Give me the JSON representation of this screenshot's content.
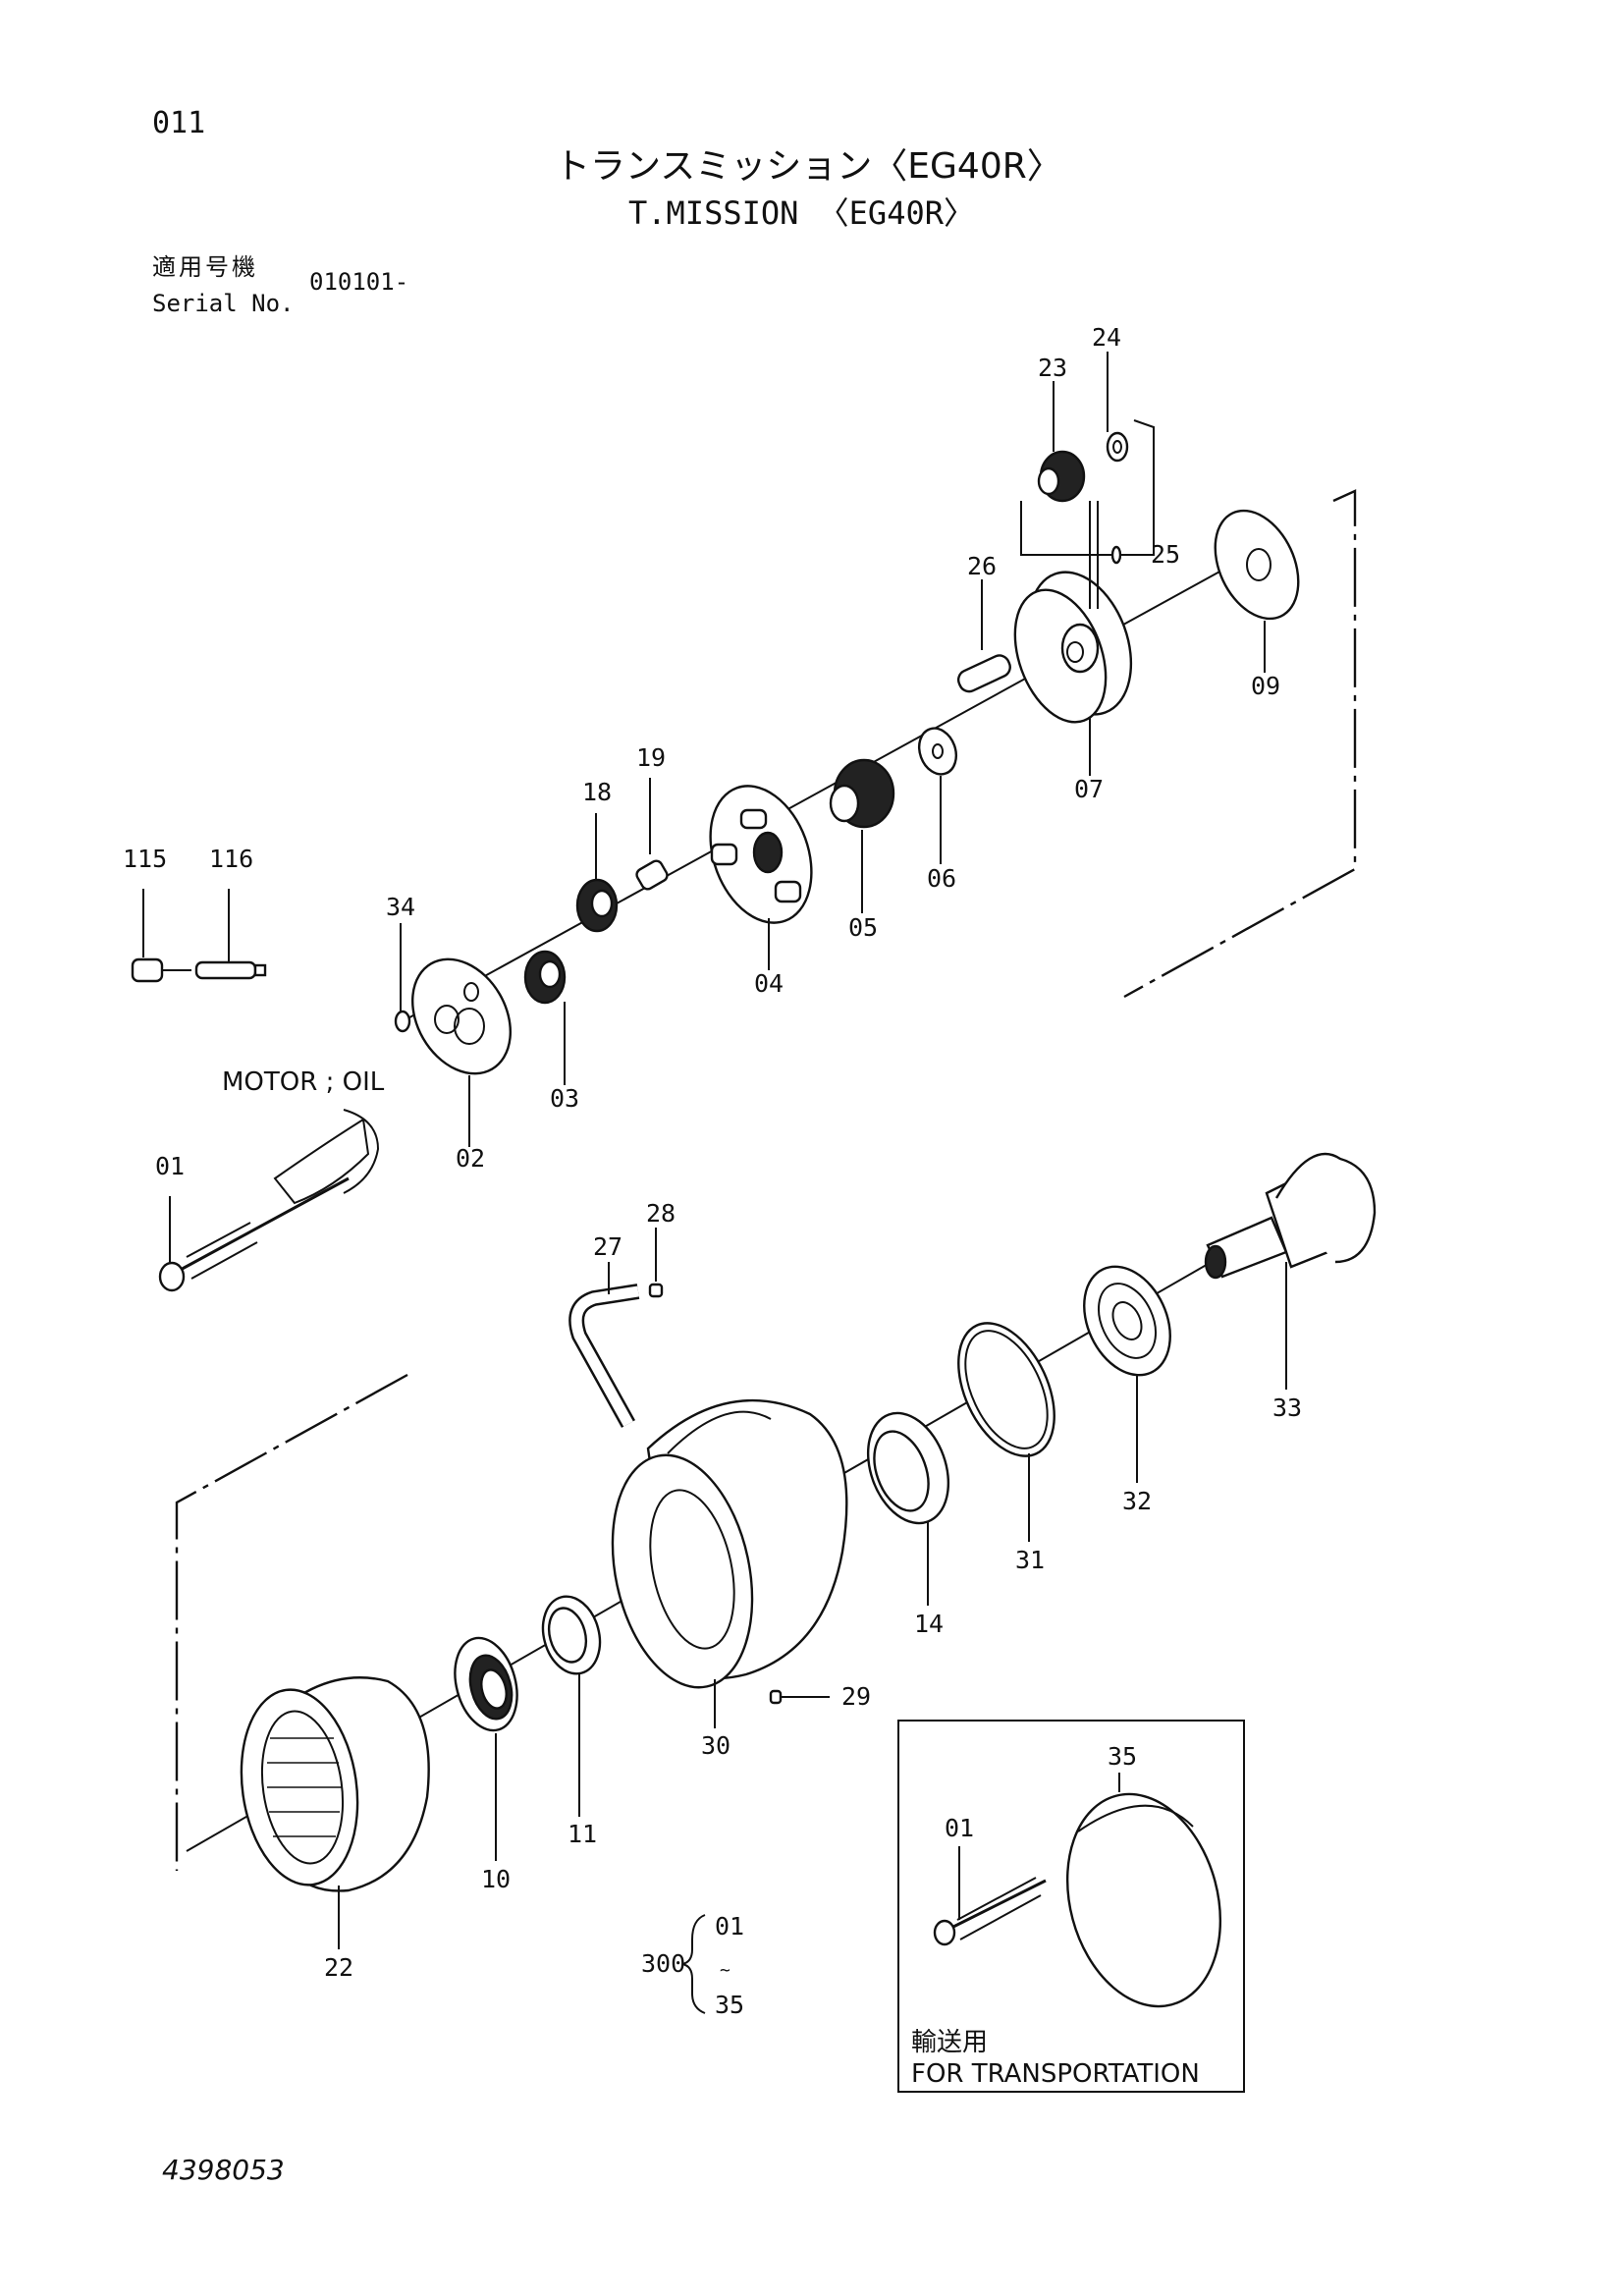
{
  "header": {
    "page_number": "011",
    "title_jp": "トランスミッション〈EG40R〉",
    "title_en": "T.MISSION 〈EG40R〉",
    "serial_label_jp": "適用号機",
    "serial_label_en": "Serial No.",
    "serial_value": "010101-"
  },
  "notes": {
    "motor_oil": "MOTOR ; OIL",
    "transport_jp": "輸送用",
    "transport_en": "FOR  TRANSPORTATION"
  },
  "assembly": {
    "number": "300",
    "from": "01",
    "to": "35",
    "range_mark": "~"
  },
  "parts": {
    "p01": "01",
    "p02": "02",
    "p03": "03",
    "p04": "04",
    "p05": "05",
    "p06": "06",
    "p07": "07",
    "p09": "09",
    "p10": "10",
    "p11": "11",
    "p14": "14",
    "p18": "18",
    "p19": "19",
    "p22": "22",
    "p23": "23",
    "p24": "24",
    "p25": "25",
    "p26": "26",
    "p27": "27",
    "p28": "28",
    "p29": "29",
    "p30": "30",
    "p31": "31",
    "p32": "32",
    "p33": "33",
    "p34": "34",
    "p35": "35",
    "p115": "115",
    "p116": "116",
    "p01_transport": "01"
  },
  "footer": {
    "drawing_number": "4398053"
  }
}
